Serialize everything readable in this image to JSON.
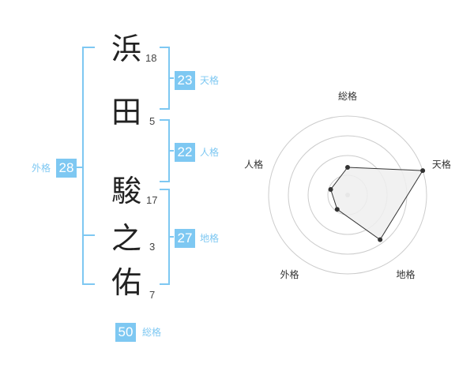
{
  "name": {
    "characters": [
      {
        "char": "浜",
        "strokes": "18"
      },
      {
        "char": "田",
        "strokes": "5"
      },
      {
        "char": "駿",
        "strokes": "17"
      },
      {
        "char": "之",
        "strokes": "3"
      },
      {
        "char": "佑",
        "strokes": "7"
      }
    ]
  },
  "fortunes": {
    "tenkaku": {
      "value": "23",
      "label": "天格"
    },
    "jinkaku": {
      "value": "22",
      "label": "人格"
    },
    "chikaku": {
      "value": "27",
      "label": "地格"
    },
    "gaikaku": {
      "value": "28",
      "label": "外格"
    },
    "soukaku": {
      "value": "50",
      "label": "総格"
    }
  },
  "colors": {
    "accent": "#7ec8f2",
    "bracket": "#7ec8f2",
    "ring": "#cccccc",
    "polygon_fill": "#eeeeee",
    "polygon_stroke": "#333333"
  },
  "chart_data": {
    "type": "radar",
    "axes": [
      "総格",
      "天格",
      "地格",
      "外格",
      "人格"
    ],
    "scale": {
      "rings": 4,
      "max": 4
    },
    "values": [
      1.4,
      4.0,
      2.8,
      0.9,
      0.9
    ]
  }
}
